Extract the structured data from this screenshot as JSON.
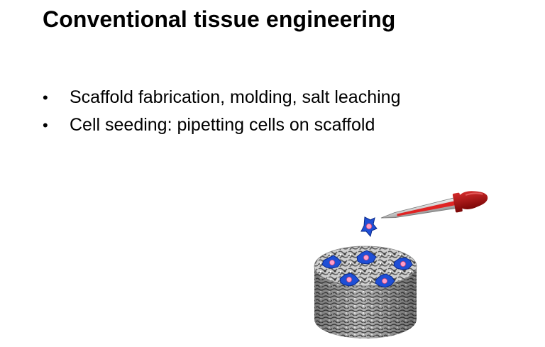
{
  "slide": {
    "title": "Conventional tissue engineering",
    "bullets": [
      {
        "marker": "•",
        "text": "Scaffold fabrication, molding, salt leaching"
      },
      {
        "marker": "•",
        "text": "Cell seeding: pipetting cells on scaffold"
      }
    ]
  },
  "illustration": {
    "icons": [
      "pipette-icon",
      "falling-cell-icon",
      "scaffold-icon",
      "seeded-cell-icon"
    ],
    "colors": {
      "pipette_bulb": "#a40f0f",
      "pipette_fluid": "#e02424",
      "cell_blue": "#1f4fd6",
      "cell_nucleus": "#ff9fc8",
      "scaffold_gray": "#9a9a9a"
    },
    "seeded_cell_count": 5
  }
}
